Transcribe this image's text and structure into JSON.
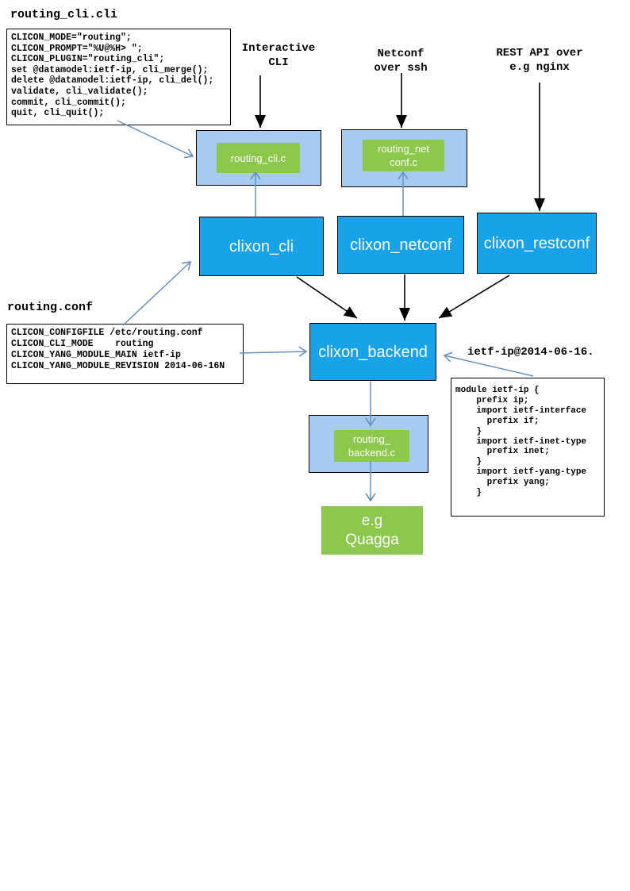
{
  "colors": {
    "node_blue": "#18A3E8",
    "plugin_bg": "#A6CBF0",
    "green": "#8CC84B",
    "arrow_blue": "#6791C1",
    "arrow_black": "#000000"
  },
  "files": {
    "cli": {
      "title": "routing_cli.cli",
      "code": "CLICON_MODE=\"routing\";\nCLICON_PROMPT=\"%U@%H> \";\nCLICON_PLUGIN=\"routing_cli\";\nset @datamodel:ietf-ip, cli_merge();\ndelete @datamodel:ietf-ip, cli_del();\nvalidate, cli_validate();\ncommit, cli_commit();\nquit, cli_quit();"
    },
    "conf": {
      "title": "routing.conf",
      "code": "CLICON_CONFIGFILE /etc/routing.conf\nCLICON_CLI_MODE    routing\nCLICON_YANG_MODULE_MAIN ietf-ip\nCLICON_YANG_MODULE_REVISION 2014-06-16N"
    },
    "yang": {
      "title": "ietf-ip@2014-06-16.",
      "code": "module ietf-ip {\n    prefix ip;\n    import ietf-interface\n      prefix if;\n    }\n    import ietf-inet-type\n      prefix inet;\n    }\n    import ietf-yang-type\n      prefix yang;\n    }"
    }
  },
  "annotations": {
    "interactive_cli": "Interactive\nCLI",
    "netconf_ssh": "Netconf\nover ssh",
    "rest_api": "REST API over\ne.g nginx"
  },
  "nodes": {
    "routing_cli_plugin": "routing_cli.c",
    "routing_netconf_plugin": "routing_net\nconf.c",
    "clixon_cli": "clixon_cli",
    "clixon_netconf": "clixon_netconf",
    "clixon_restconf": "clixon_restconf",
    "clixon_backend": "clixon_backend",
    "routing_backend_plugin": "routing_\nbackend.c",
    "quagga": "e.g\nQuagga"
  }
}
